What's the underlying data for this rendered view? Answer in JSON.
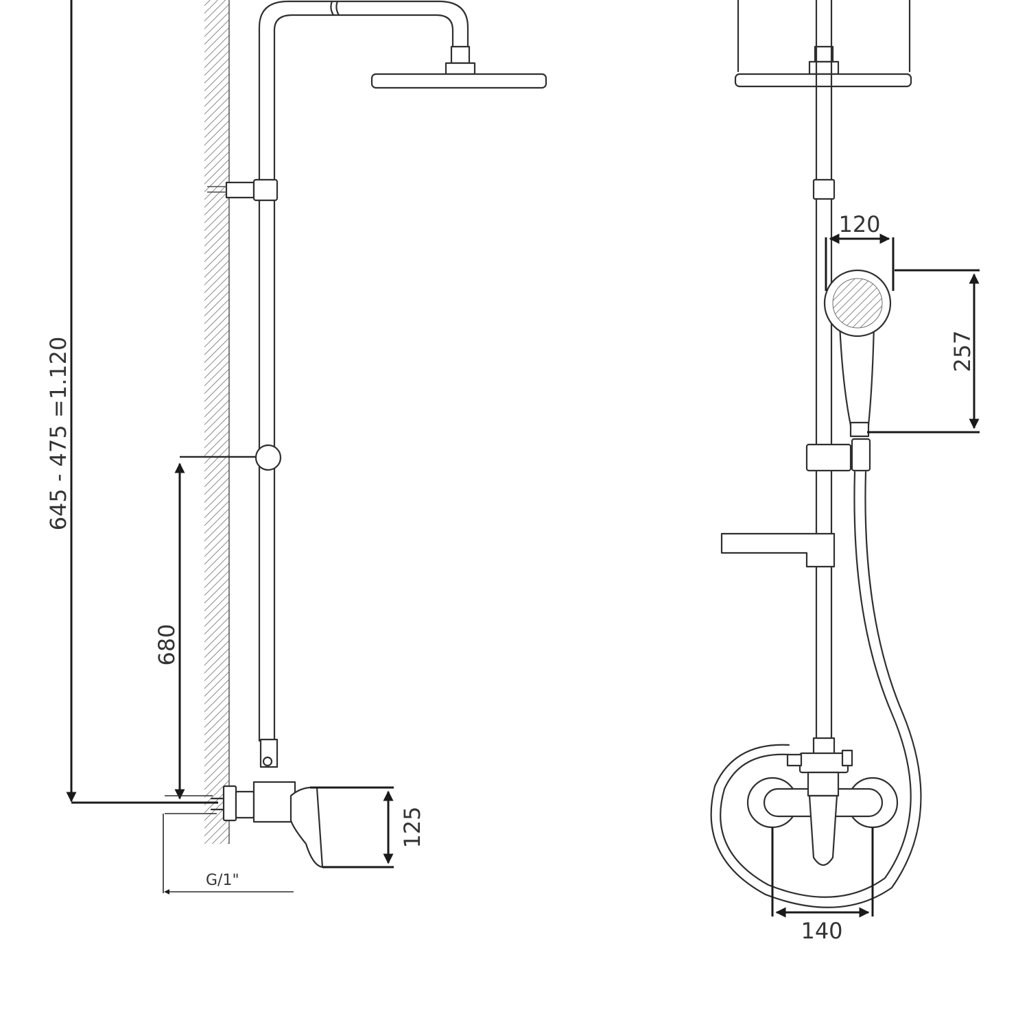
{
  "dimensions": {
    "total_height": "645 - 475 =1.120",
    "outlet_height": "680",
    "spout_height": "125",
    "thread": "G/1\"",
    "hand_shower_width": "120",
    "hand_shower_length": "257",
    "mixer_spacing": "140"
  },
  "colors": {
    "line": "#2f2f2f",
    "hatch": "#8a8a8a",
    "background": "#ffffff"
  }
}
